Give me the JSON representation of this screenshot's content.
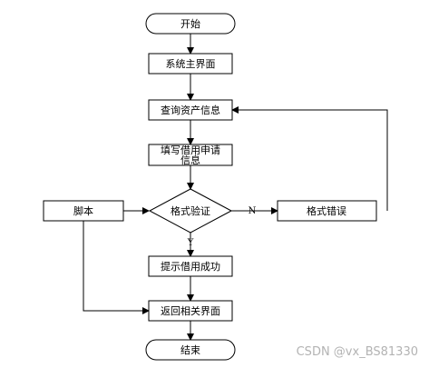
{
  "nodes": {
    "start": "开始",
    "main_ui": "系统主界面",
    "query_assets": "查询资产信息",
    "fill_line1": "填写借用申请",
    "fill_line2": "信息",
    "validate": "格式验证",
    "script": "脚本",
    "format_error": "格式错误",
    "borrow_success": "提示借用成功",
    "return_ui": "返回相关界面",
    "end": "结束"
  },
  "edges": {
    "no_label": "N",
    "yes_label": "Y"
  },
  "watermark": "CSDN @vx_BS81330"
}
